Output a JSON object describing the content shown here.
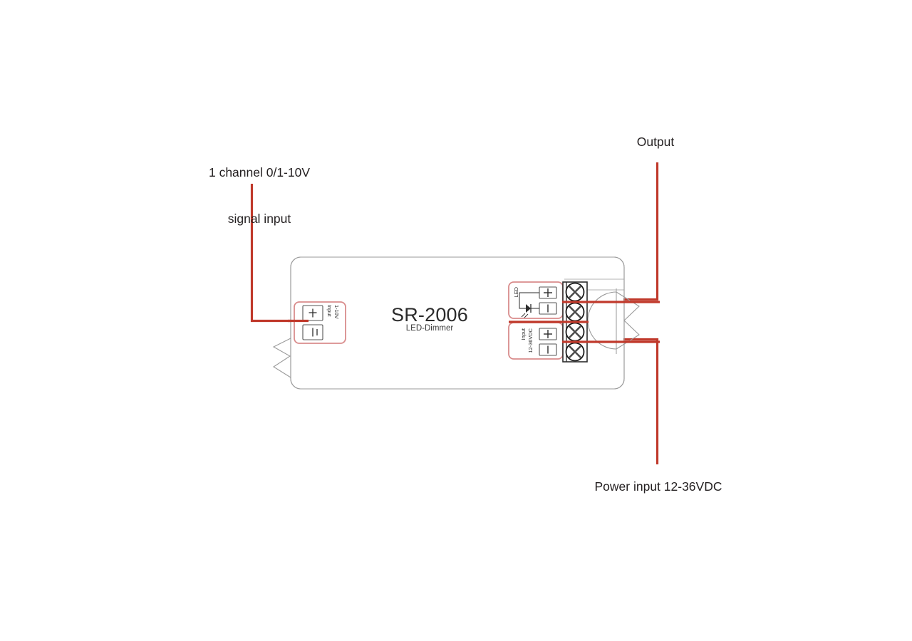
{
  "diagram": {
    "type": "wiring-diagram",
    "title": "SR-2006 LED-Dimmer wiring diagram",
    "background_color": "#ffffff",
    "wire_color": "#c0392b",
    "outline_color": "#8a8a8a",
    "text_color": "#231f20"
  },
  "annotations": {
    "signal_input": {
      "line1": "1 channel 0/1-10V",
      "line2": "signal input"
    },
    "output": "Output",
    "power_input": "Power input 12-36VDC"
  },
  "device": {
    "model": "SR-2006",
    "subtitle": "LED-Dimmer"
  },
  "terminals": {
    "signal": {
      "label_line1": "Input",
      "label_line2": "1-10V",
      "pins": [
        {
          "symbol": "⊢",
          "name": "ground-pin"
        },
        {
          "symbol": "⌐",
          "name": "signal-pin"
        }
      ]
    },
    "led": {
      "label": "LED",
      "pins": [
        {
          "symbol": "+",
          "name": "led-positive-pin"
        },
        {
          "symbol": "|",
          "name": "led-negative-pin"
        }
      ]
    },
    "power": {
      "label_line1": "Input",
      "label_line2": "12-36VDC",
      "pins": [
        {
          "symbol": "+",
          "name": "power-positive-pin"
        },
        {
          "symbol": "|",
          "name": "power-negative-pin"
        }
      ]
    },
    "screws": [
      {
        "name": "screw-terminal-1"
      },
      {
        "name": "screw-terminal-2"
      },
      {
        "name": "screw-terminal-3"
      },
      {
        "name": "screw-terminal-4"
      }
    ]
  }
}
